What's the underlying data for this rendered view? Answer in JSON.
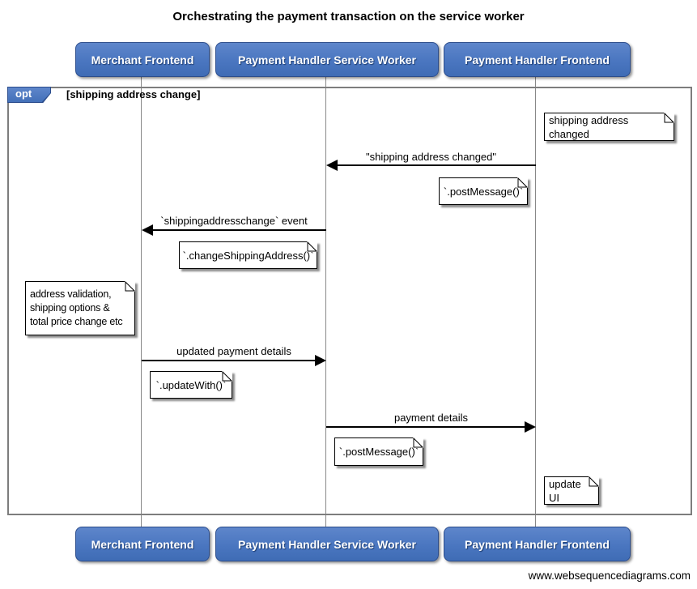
{
  "title": "Orchestrating the payment transaction on the service worker",
  "actors": [
    {
      "label": "Merchant Frontend"
    },
    {
      "label": "Payment Handler Service Worker"
    },
    {
      "label": "Payment Handler Frontend"
    }
  ],
  "fragment": {
    "operator": "opt",
    "condition": "[shipping address change]"
  },
  "messages": [
    {
      "label": "\"shipping address changed\"",
      "from": "Payment Handler Frontend",
      "to": "Payment Handler Service Worker"
    },
    {
      "label": "`shippingaddresschange` event",
      "from": "Payment Handler Service Worker",
      "to": "Merchant Frontend"
    },
    {
      "label": "updated payment details",
      "from": "Merchant Frontend",
      "to": "Payment Handler Service Worker"
    },
    {
      "label": "payment details",
      "from": "Payment Handler Service Worker",
      "to": "Payment Handler Frontend"
    }
  ],
  "notes": [
    {
      "text": "shipping address changed",
      "position": "right of Payment Handler Frontend"
    },
    {
      "text": "`.postMessage()`",
      "position": "left of Payment Handler Frontend"
    },
    {
      "text": "`.changeShippingAddress()`",
      "position": "left of Payment Handler Service Worker"
    },
    {
      "text": "address validation,\nshipping options &\ntotal price change etc",
      "position": "left of Merchant Frontend"
    },
    {
      "text": "`.updateWith()`",
      "position": "right of Merchant Frontend"
    },
    {
      "text": "`.postMessage()`",
      "position": "right of Payment Handler Service Worker"
    },
    {
      "text": "update UI",
      "position": "right of Payment Handler Frontend"
    }
  ],
  "watermark": "www.websequencediagrams.com",
  "colors": {
    "actor_fill": "#4a76c0",
    "actor_border": "#2c4d8c",
    "frame_border": "#7d7d7d",
    "lifeline": "#888888",
    "arrow": "#000000",
    "note_bg": "#ffffff"
  }
}
